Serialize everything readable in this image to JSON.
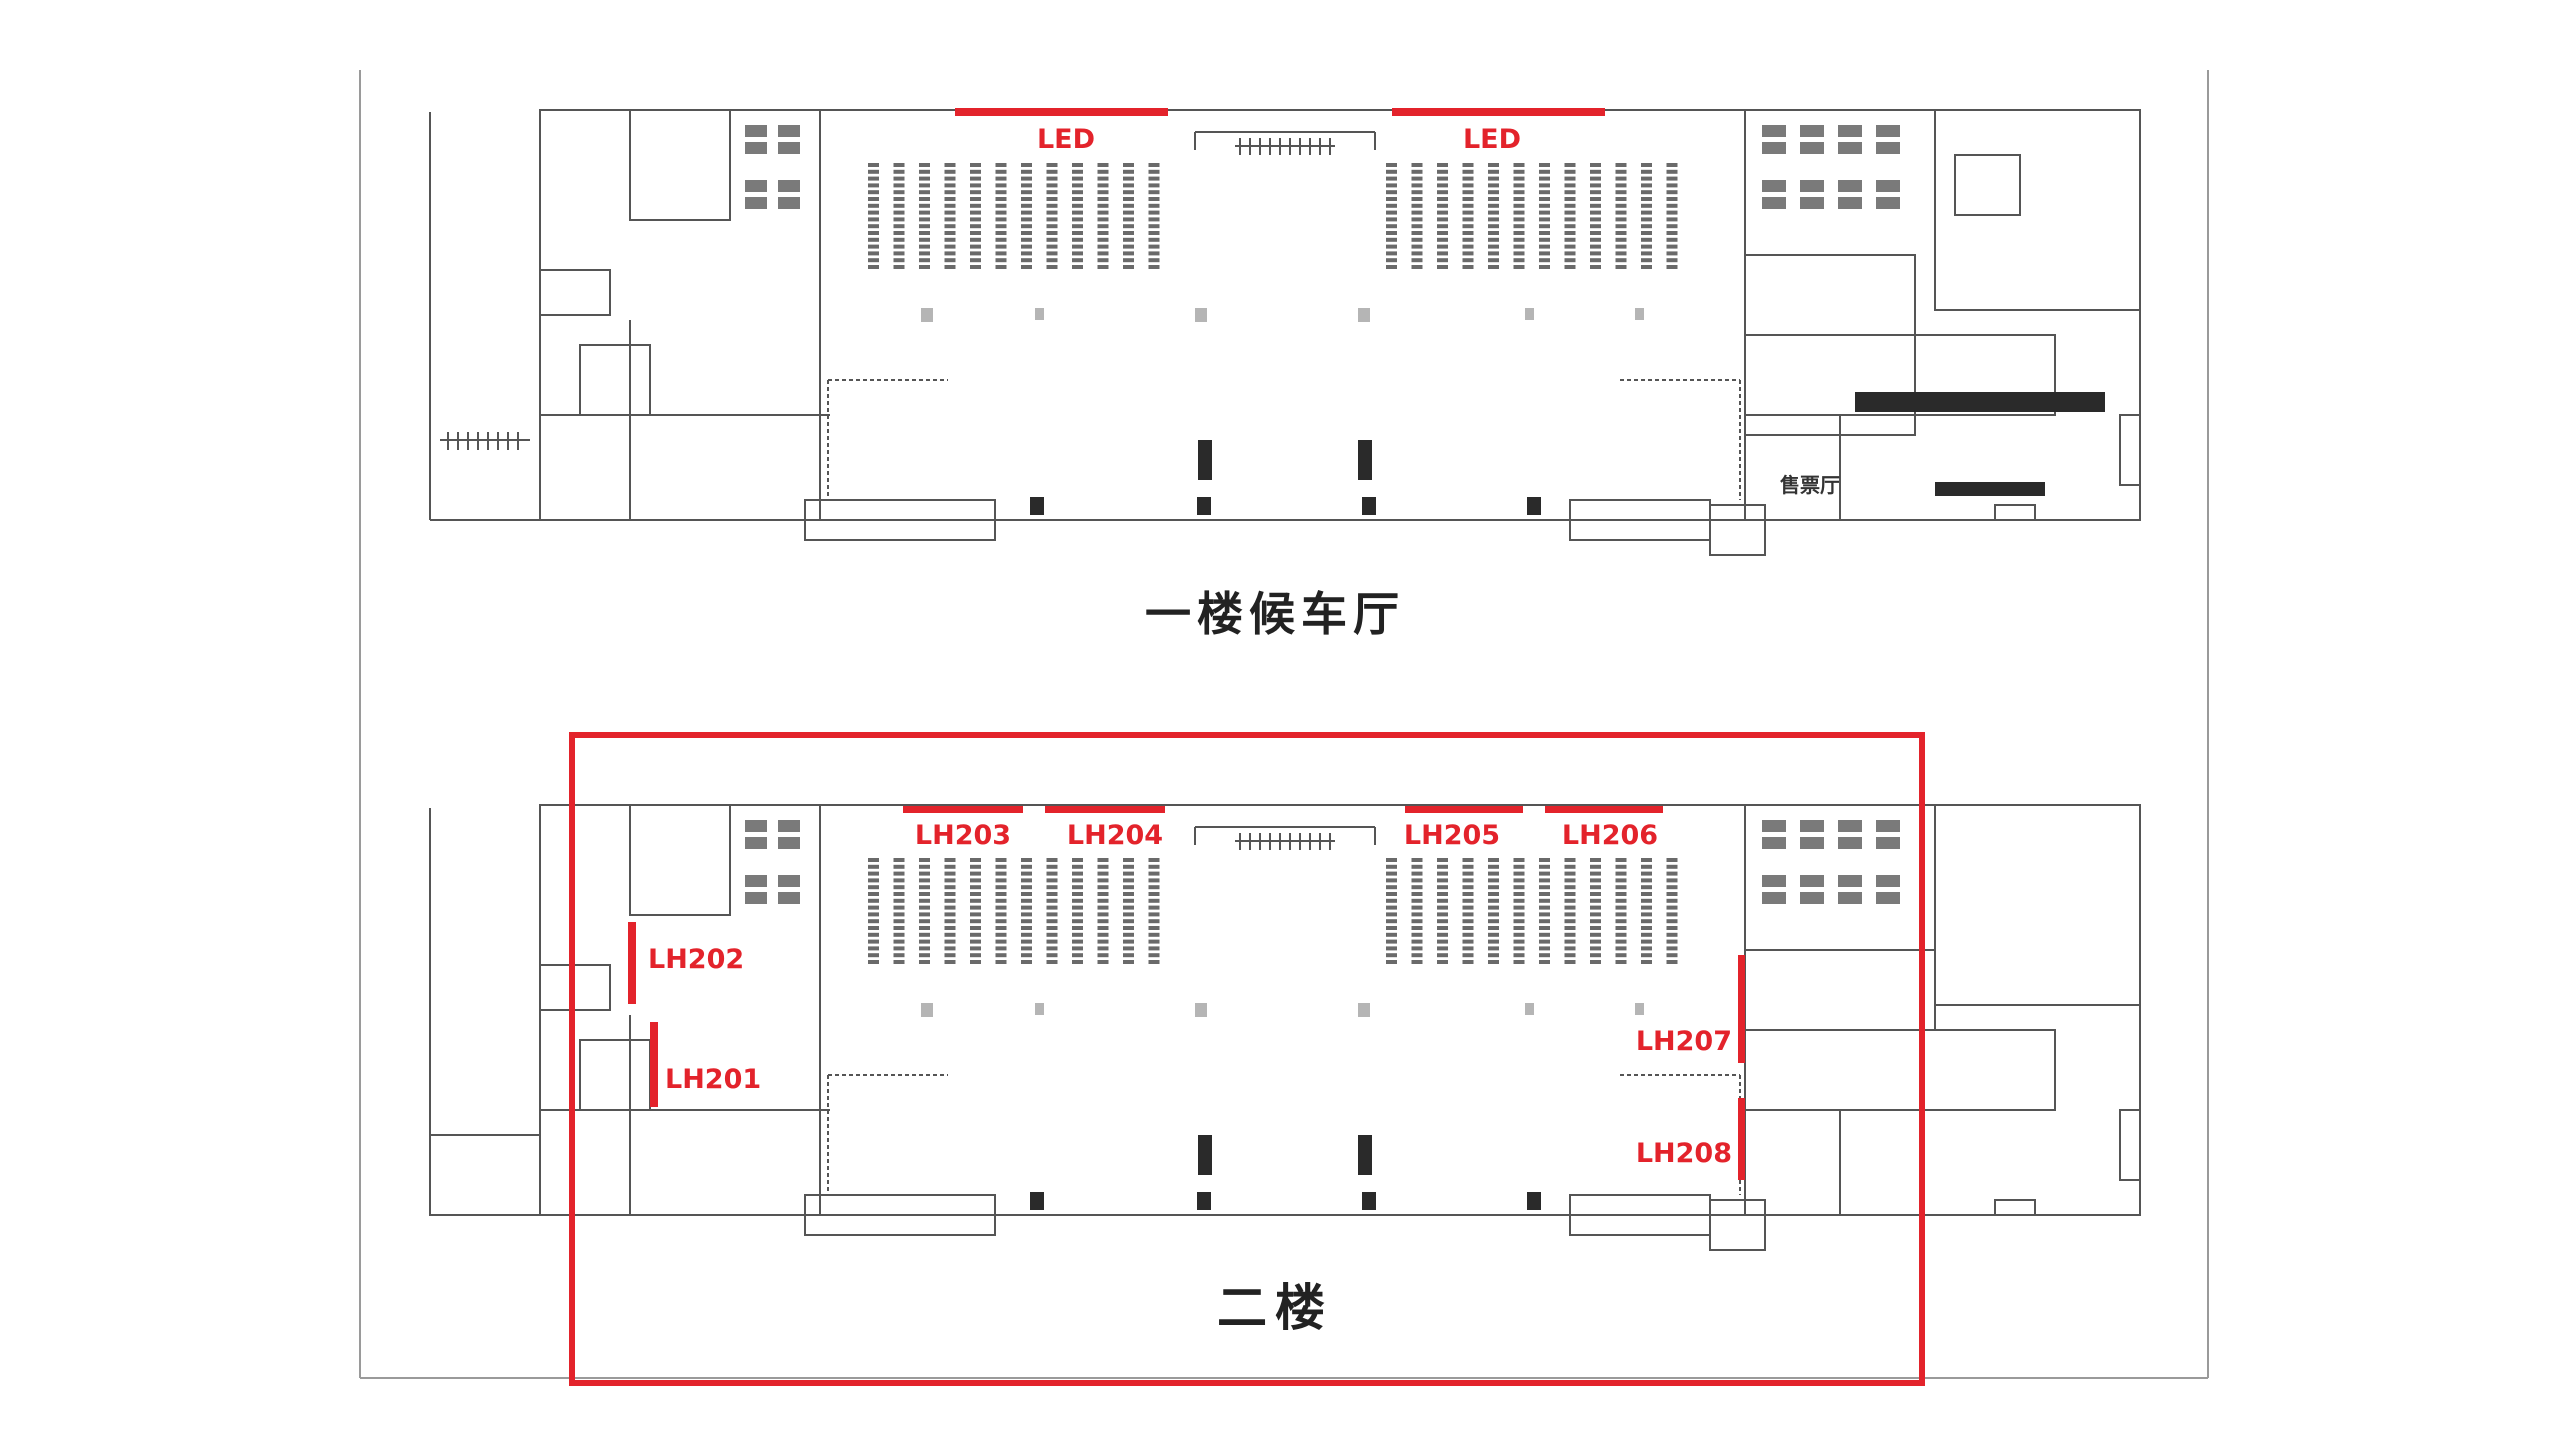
{
  "colors": {
    "line": "#555555",
    "accent": "#e3232b",
    "seat": "#6a6a6a",
    "pillar": "#b5b5b5",
    "dark": "#2a2a2a"
  },
  "floor1": {
    "title": "一楼候车厅",
    "led_left": "LED",
    "led_right": "LED",
    "ticket_hall": "售票厅"
  },
  "floor2": {
    "title": "二楼",
    "spots": {
      "lh201": "LH201",
      "lh202": "LH202",
      "lh203": "LH203",
      "lh204": "LH204",
      "lh205": "LH205",
      "lh206": "LH206",
      "lh207": "LH207",
      "lh208": "LH208"
    }
  }
}
